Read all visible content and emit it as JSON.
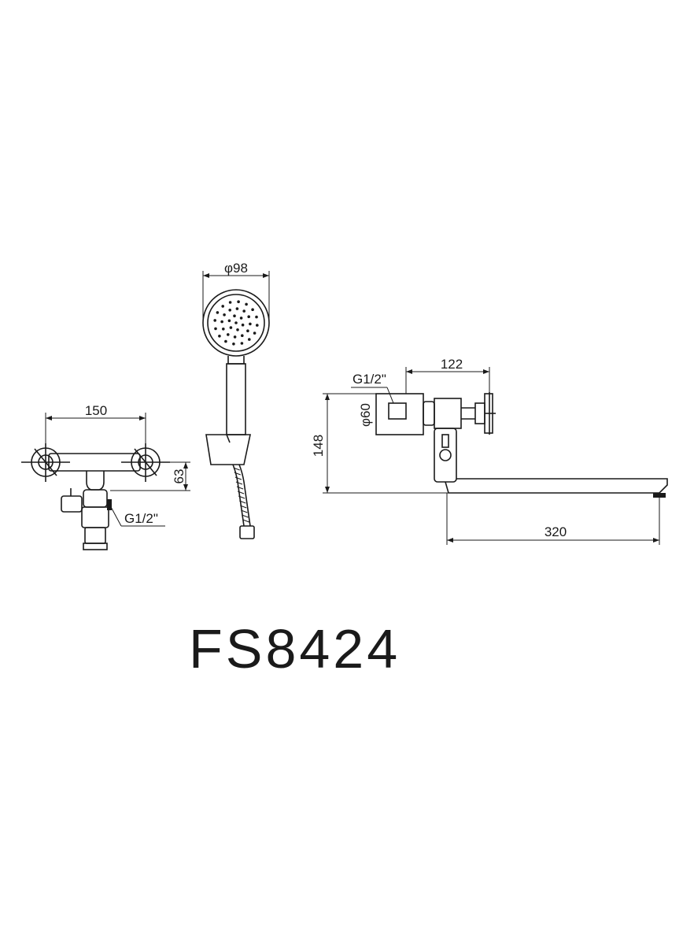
{
  "colors": {
    "line": "#1a1a1a",
    "background": "#ffffff"
  },
  "labels": {
    "front_width": "150",
    "front_height": "63",
    "front_thread": "G1/2\"",
    "shower_head_diameter": "φ98",
    "side_thread": "G1/2\"",
    "side_flange_diameter": "φ60",
    "side_depth": "122",
    "side_height": "148",
    "spout_length": "320"
  },
  "model": "FS8424"
}
